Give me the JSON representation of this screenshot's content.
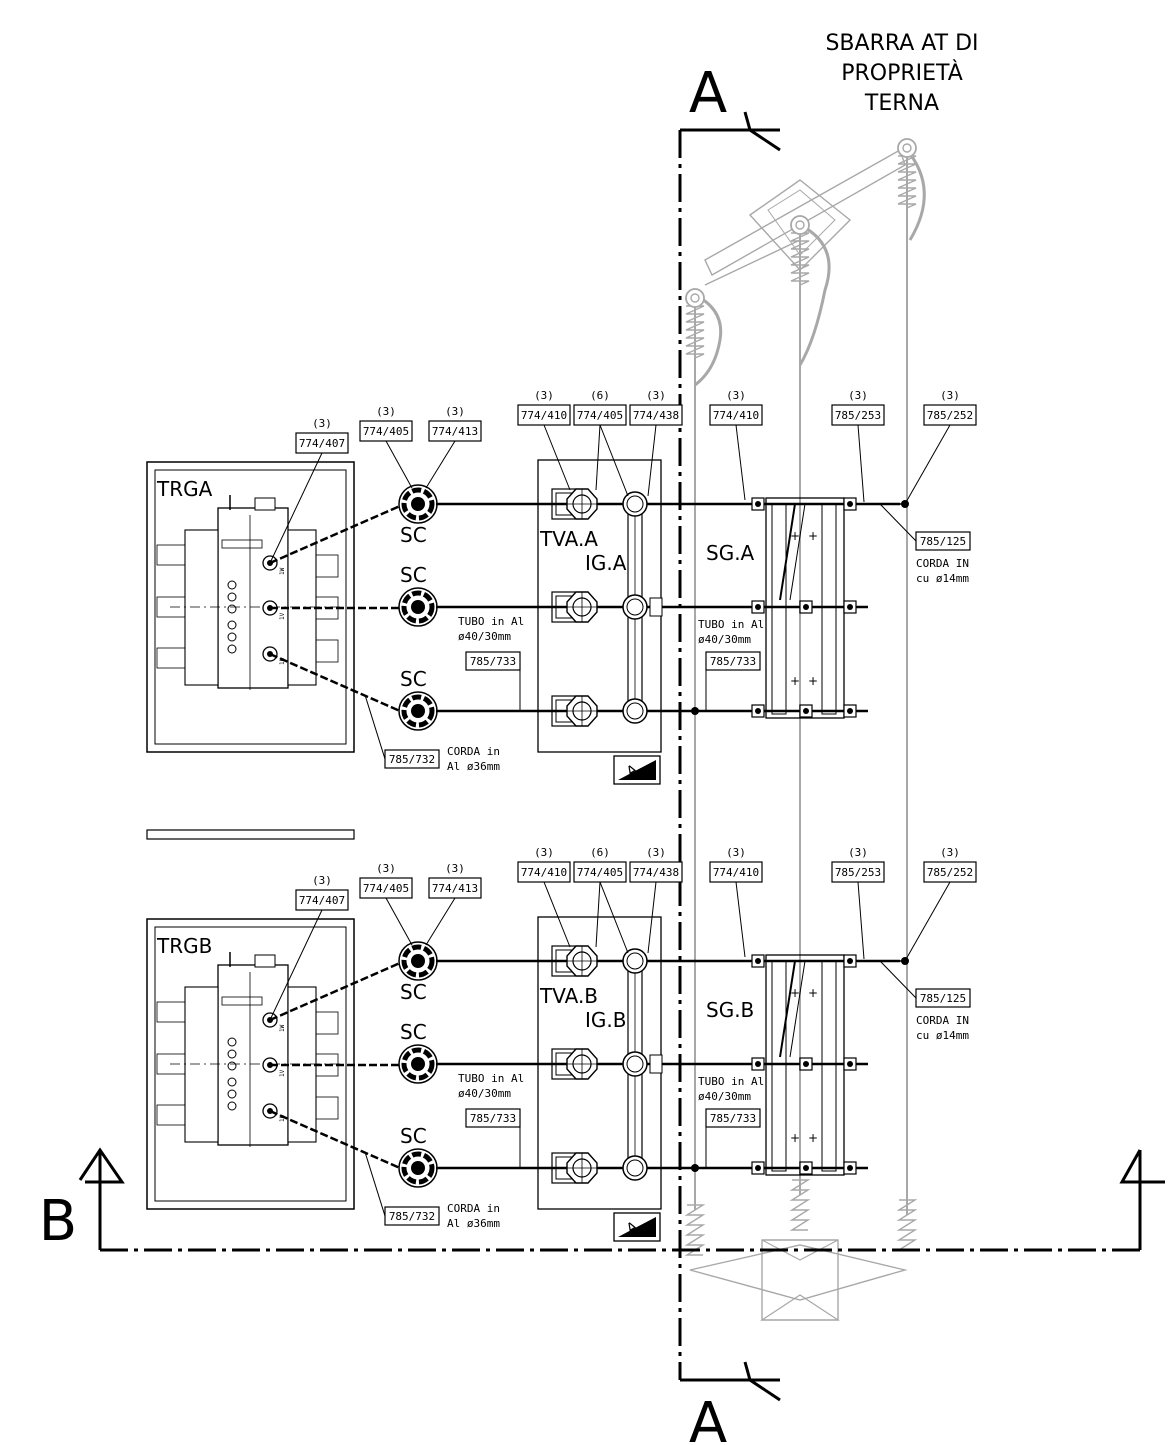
{
  "title_lines": [
    "SBARRA AT DI",
    "PROPRIETÀ",
    "TERNA"
  ],
  "section_a_label": "A",
  "section_b_label": "B",
  "bays": [
    {
      "transformer": "TRGA",
      "sc_labels": [
        "SC",
        "SC",
        "SC"
      ],
      "tva": "TVA.A",
      "ig": "IG.A",
      "sg": "SG.A",
      "tags": [
        {
          "qty": "(3)",
          "code": "774/407"
        },
        {
          "qty": "(3)",
          "code": "774/405"
        },
        {
          "qty": "(3)",
          "code": "774/413"
        },
        {
          "qty": "(3)",
          "code": "774/410"
        },
        {
          "qty": "(6)",
          "code": "774/405"
        },
        {
          "qty": "(3)",
          "code": "774/438"
        },
        {
          "qty": "(3)",
          "code": "774/410"
        },
        {
          "qty": "(3)",
          "code": "785/253"
        },
        {
          "qty": "(3)",
          "code": "785/252"
        }
      ],
      "tubo_left": {
        "line1": "TUBO in Al",
        "line2": "ø40/30mm",
        "code": "785/733"
      },
      "tubo_right": {
        "line1": "TUBO in Al",
        "line2": "ø40/30mm",
        "code": "785/733"
      },
      "corda_al": {
        "code": "785/732",
        "line1": "CORDA in",
        "line2": "Al ø36mm"
      },
      "corda_cu": {
        "code": "785/125",
        "line1": "CORDA IN",
        "line2": "cu ø14mm"
      }
    },
    {
      "transformer": "TRGB",
      "sc_labels": [
        "SC",
        "SC",
        "SC"
      ],
      "tva": "TVA.B",
      "ig": "IG.B",
      "sg": "SG.B",
      "tags": [
        {
          "qty": "(3)",
          "code": "774/407"
        },
        {
          "qty": "(3)",
          "code": "774/405"
        },
        {
          "qty": "(3)",
          "code": "774/413"
        },
        {
          "qty": "(3)",
          "code": "774/410"
        },
        {
          "qty": "(6)",
          "code": "774/405"
        },
        {
          "qty": "(3)",
          "code": "774/438"
        },
        {
          "qty": "(3)",
          "code": "774/410"
        },
        {
          "qty": "(3)",
          "code": "785/253"
        },
        {
          "qty": "(3)",
          "code": "785/252"
        }
      ],
      "tubo_left": {
        "line1": "TUBO in Al",
        "line2": "ø40/30mm",
        "code": "785/733"
      },
      "tubo_right": {
        "line1": "TUBO in Al",
        "line2": "ø40/30mm",
        "code": "785/733"
      },
      "corda_al": {
        "code": "785/732",
        "line1": "CORDA in",
        "line2": "Al ø36mm"
      },
      "corda_cu": {
        "code": "785/125",
        "line1": "CORDA IN",
        "line2": "cu ø14mm"
      }
    }
  ],
  "transformer_terminals": [
    "1W",
    "2W",
    "1V",
    "2V",
    "1U",
    "2U"
  ]
}
